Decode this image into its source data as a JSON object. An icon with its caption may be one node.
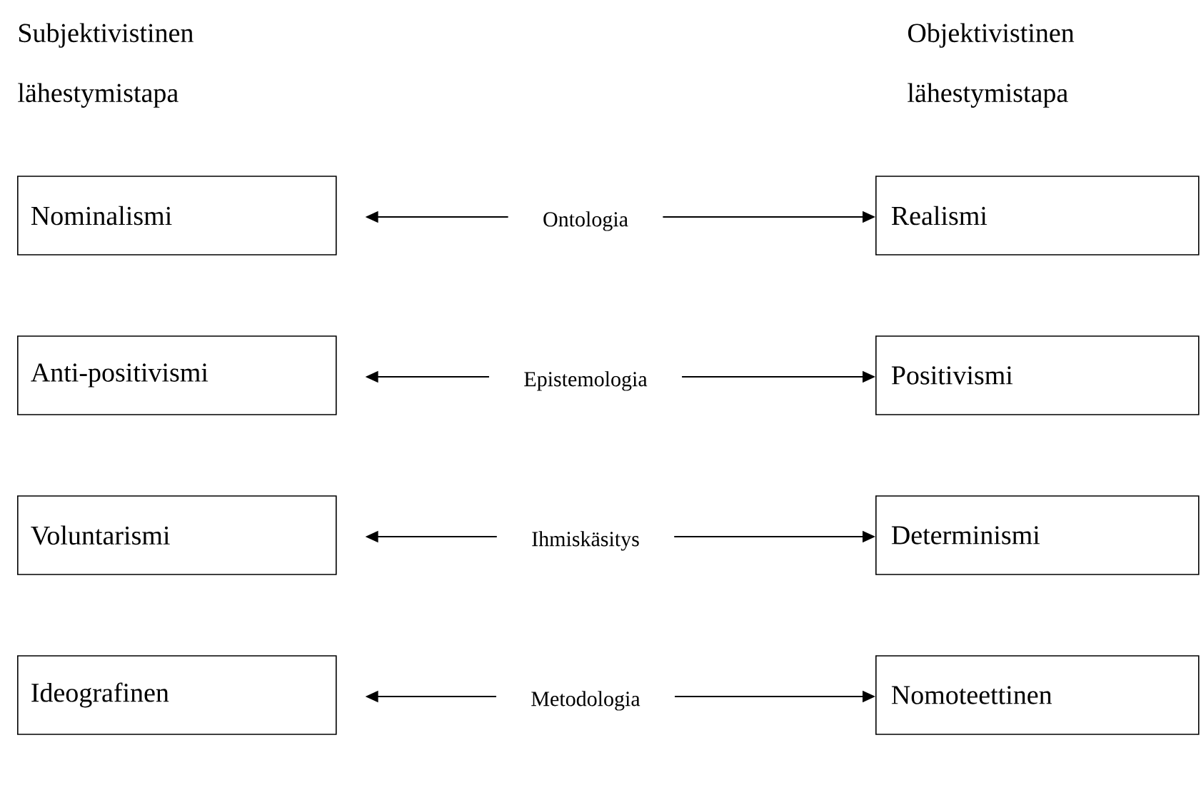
{
  "diagram": {
    "nodes": [
      {
        "text": [
          "Nominalismi"
        ]
      },
      {
        "text": [
          "Ontologia"
        ]
      },
      {
        "text": [
          "Realismi"
        ]
      },
      {
        "text": [
          "Anti-positivismi"
        ]
      },
      {
        "text": [
          "Epistemologia"
        ]
      },
      {
        "text": [
          "Positivismi"
        ]
      },
      {
        "text": [
          "Voluntarismi"
        ]
      },
      {
        "text": [
          "Ihmiskäsitys"
        ]
      },
      {
        "text": [
          "Determinismi"
        ]
      },
      {
        "text": [
          "Ideografinen"
        ]
      },
      {
        "text": [
          "Metodologia"
        ]
      },
      {
        "text": [
          "Nomoteettinen"
        ]
      }
    ],
    "edges": [
      {
        "from": 1,
        "to": 0,
        "arrow": "to"
      },
      {
        "from": 1,
        "to": 2,
        "arrow": "to"
      },
      {
        "from": 4,
        "to": 3,
        "arrow": "to"
      },
      {
        "from": 4,
        "to": 5,
        "arrow": "to"
      },
      {
        "from": 7,
        "to": 6,
        "arrow": "to"
      },
      {
        "from": 7,
        "to": 8,
        "arrow": "to"
      },
      {
        "from": 10,
        "to": 9,
        "arrow": "to"
      },
      {
        "from": 10,
        "to": 11,
        "arrow": "to"
      }
    ],
    "labels": [
      "Subjektivistinen lähestymistapa",
      "Objektivistinen lähestymistapa"
    ]
  }
}
